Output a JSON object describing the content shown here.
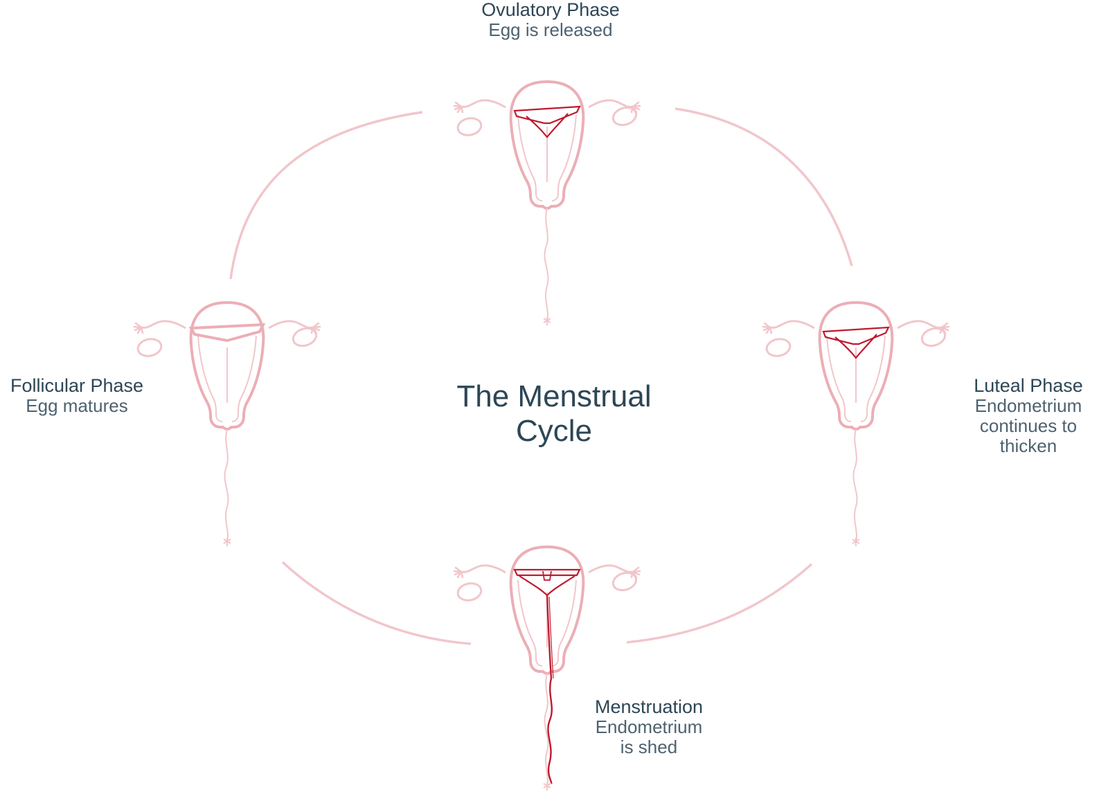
{
  "title": "The Menstrual Cycle",
  "colors": {
    "text": "#2d4655",
    "subtext": "#4d6270",
    "outline_light": "#f1c6cb",
    "outline_mid": "#ecaeb5",
    "accent_red": "#c0192f"
  },
  "phases": {
    "ovulatory": {
      "title": "Ovulatory Phase",
      "desc": [
        "Egg is released"
      ]
    },
    "luteal": {
      "title": "Luteal Phase",
      "desc": [
        "Endometrium",
        "continues to",
        "thicken"
      ]
    },
    "menstruation": {
      "title": "Menstruation",
      "desc": [
        "Endometrium",
        "is shed"
      ]
    },
    "follicular": {
      "title": "Follicular Phase",
      "desc": [
        "Egg matures"
      ]
    }
  },
  "icons": {
    "uterus": "uterus-illustration-icon",
    "arrow": "cycle-arc"
  }
}
